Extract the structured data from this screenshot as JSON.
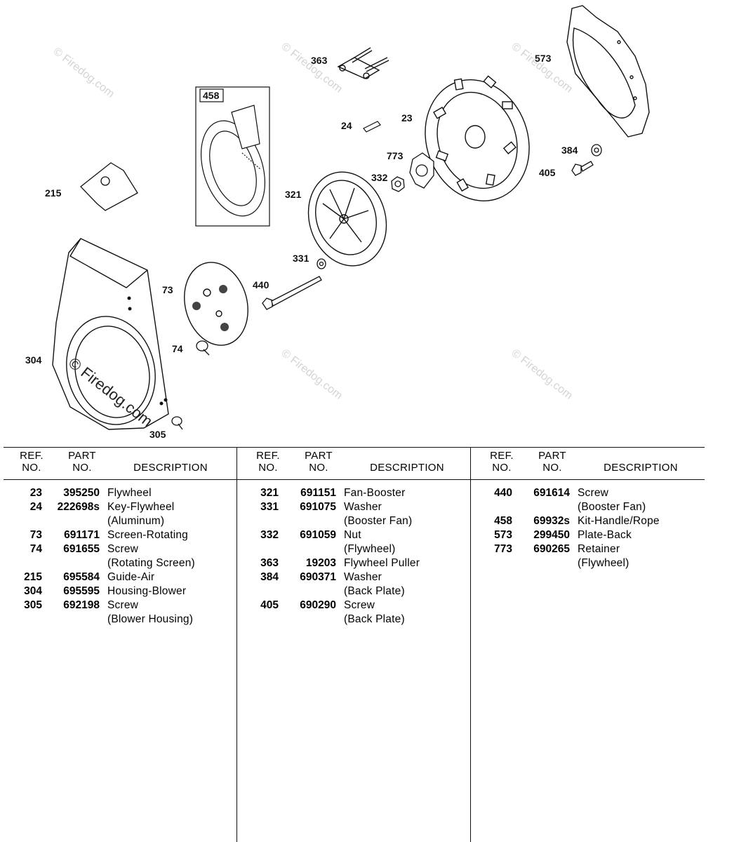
{
  "watermark": "© Firedog.com",
  "diagram": {
    "callouts": [
      {
        "id": "363",
        "label": "363"
      },
      {
        "id": "573",
        "label": "573"
      },
      {
        "id": "458",
        "label": "458"
      },
      {
        "id": "24",
        "label": "24"
      },
      {
        "id": "23",
        "label": "23"
      },
      {
        "id": "773",
        "label": "773"
      },
      {
        "id": "384",
        "label": "384"
      },
      {
        "id": "332",
        "label": "332"
      },
      {
        "id": "405",
        "label": "405"
      },
      {
        "id": "215",
        "label": "215"
      },
      {
        "id": "321",
        "label": "321"
      },
      {
        "id": "331",
        "label": "331"
      },
      {
        "id": "440",
        "label": "440"
      },
      {
        "id": "73",
        "label": "73"
      },
      {
        "id": "74",
        "label": "74"
      },
      {
        "id": "304",
        "label": "304"
      },
      {
        "id": "305",
        "label": "305"
      }
    ]
  },
  "table": {
    "headers": {
      "ref": [
        "REF.",
        "NO."
      ],
      "part": [
        "PART",
        "NO."
      ],
      "description": "DESCRIPTION"
    },
    "columns": [
      [
        {
          "ref": "23",
          "part": "395250",
          "desc": "Flywheel",
          "sub": ""
        },
        {
          "ref": "24",
          "part": "222698s",
          "desc": "Key-Flywheel",
          "sub": "(Aluminum)"
        },
        {
          "ref": "73",
          "part": "691171",
          "desc": "Screen-Rotating",
          "sub": ""
        },
        {
          "ref": "74",
          "part": "691655",
          "desc": "Screw",
          "sub": "(Rotating Screen)"
        },
        {
          "ref": "215",
          "part": "695584",
          "desc": "Guide-Air",
          "sub": ""
        },
        {
          "ref": "304",
          "part": "695595",
          "desc": "Housing-Blower",
          "sub": ""
        },
        {
          "ref": "305",
          "part": "692198",
          "desc": "Screw",
          "sub": "(Blower Housing)"
        }
      ],
      [
        {
          "ref": "321",
          "part": "691151",
          "desc": "Fan-Booster",
          "sub": ""
        },
        {
          "ref": "331",
          "part": "691075",
          "desc": "Washer",
          "sub": "(Booster Fan)"
        },
        {
          "ref": "332",
          "part": "691059",
          "desc": "Nut",
          "sub": "(Flywheel)"
        },
        {
          "ref": "363",
          "part": "19203",
          "desc": "Flywheel Puller",
          "sub": ""
        },
        {
          "ref": "384",
          "part": "690371",
          "desc": "Washer",
          "sub": "(Back Plate)"
        },
        {
          "ref": "405",
          "part": "690290",
          "desc": "Screw",
          "sub": "(Back Plate)"
        }
      ],
      [
        {
          "ref": "440",
          "part": "691614",
          "desc": "Screw",
          "sub": "(Booster Fan)"
        },
        {
          "ref": "458",
          "part": "69932s",
          "desc": "Kit-Handle/Rope",
          "sub": ""
        },
        {
          "ref": "573",
          "part": "299450",
          "desc": "Plate-Back",
          "sub": ""
        },
        {
          "ref": "773",
          "part": "690265",
          "desc": "Retainer",
          "sub": "(Flywheel)"
        }
      ]
    ]
  }
}
